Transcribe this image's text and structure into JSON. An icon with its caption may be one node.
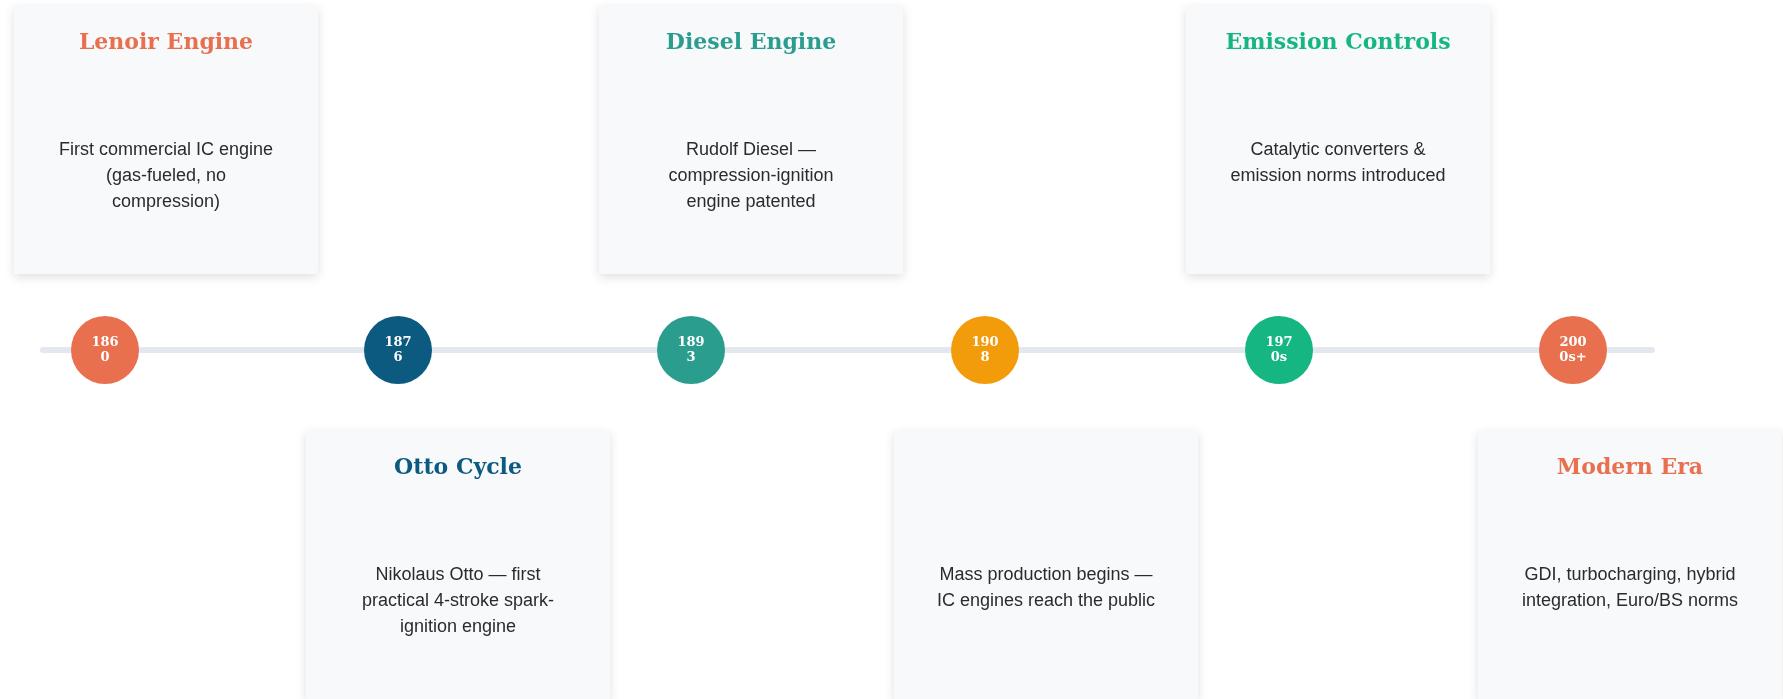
{
  "diagram": {
    "nodes": [
      {
        "text": [
          "Lenoir Engine",
          "First commercial IC engine (gas-fueled, no compression)"
        ]
      },
      {
        "text": [
          "1860"
        ]
      },
      {
        "text": [
          "Otto Cycle",
          "Nikolaus Otto — first practical 4-stroke spark-ignition engine"
        ]
      },
      {
        "text": [
          "1876"
        ]
      },
      {
        "text": [
          "Diesel Engine",
          "Rudolf Diesel — compression-ignition engine patented"
        ]
      },
      {
        "text": [
          "1893"
        ]
      },
      {
        "text": [
          "Mass production begins — IC engines reach the public"
        ]
      },
      {
        "text": [
          "1908"
        ]
      },
      {
        "text": [
          "Emission Controls",
          "Catalytic converters & emission norms introduced"
        ]
      },
      {
        "text": [
          "1970s"
        ]
      },
      {
        "text": [
          "Modern Era",
          "GDI, turbocharging, hybrid integration, Euro/BS norms"
        ]
      },
      {
        "text": [
          "2000s+"
        ]
      }
    ]
  }
}
